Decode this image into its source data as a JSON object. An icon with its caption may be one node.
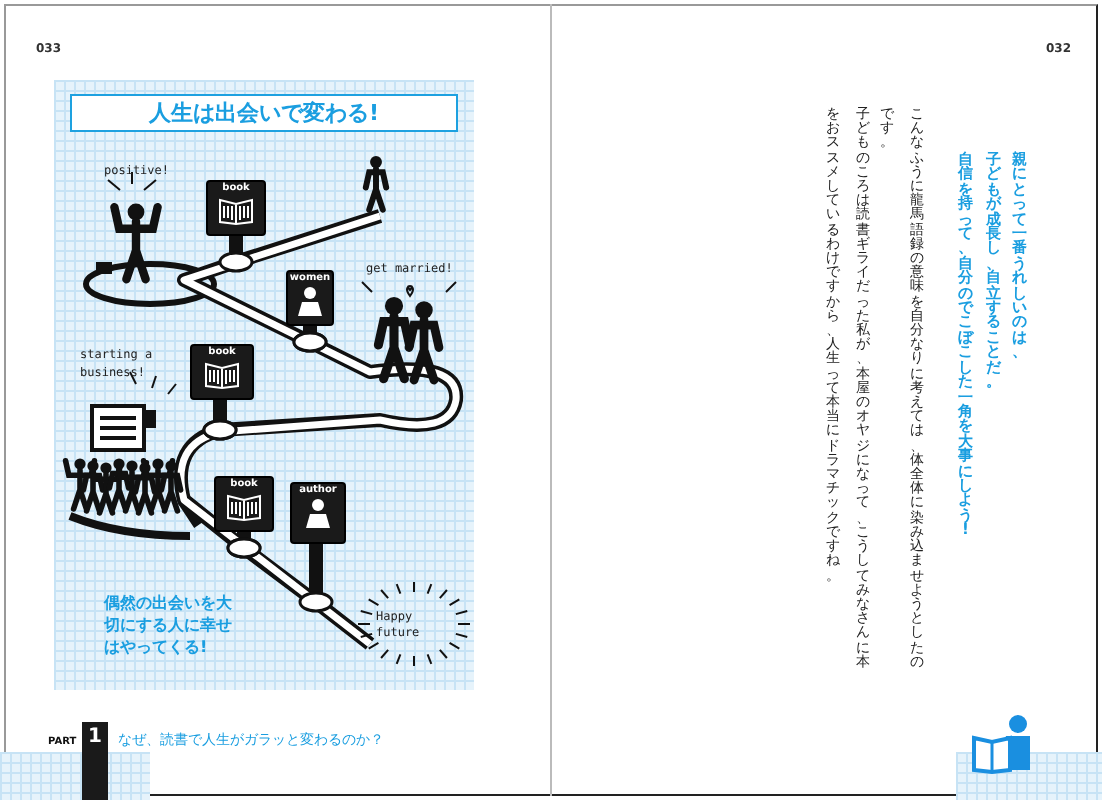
{
  "diagram": {
    "nodes": [
      {
        "text": [
          "人生は出会いで変わる!"
        ]
      },
      {
        "text": [
          "book"
        ]
      },
      {
        "text": [
          "women"
        ]
      },
      {
        "text": [
          "book"
        ]
      },
      {
        "text": [
          "book"
        ]
      },
      {
        "text": [
          "author"
        ]
      }
    ],
    "edges": [
      {
        "from": 1,
        "to": 2,
        "arrow": "other"
      },
      {
        "from": 2,
        "to": 3,
        "arrow": "other"
      },
      {
        "from": 3,
        "to": 4,
        "arrow": "other"
      },
      {
        "from": 4,
        "to": 5,
        "arrow": "other"
      }
    ],
    "labels": [
      "033",
      "positive!",
      "get married!",
      "starting a business!",
      "Happy future",
      "偶然の出会いを大切にする人に幸せはやってくる!",
      "PART",
      "1",
      "なぜ、読書で人生がガラッと変わるのか？",
      "032",
      "親にとって一番うれしいのは、",
      "子どもが成長し、自立することだ。",
      "自信を持って、自分のでこぼこした一角を大事にしよう!",
      "こんなふうに龍馬語録の意味を自分なりに考えては、体全体に染み込ませようとしたのです。",
      "子どものころは読書ギライだった私が、本屋のオヤジになって、こうしてみなさんに本をおススメしているわけですから、人生って本当にドラマチックですね。"
    ]
  }
}
